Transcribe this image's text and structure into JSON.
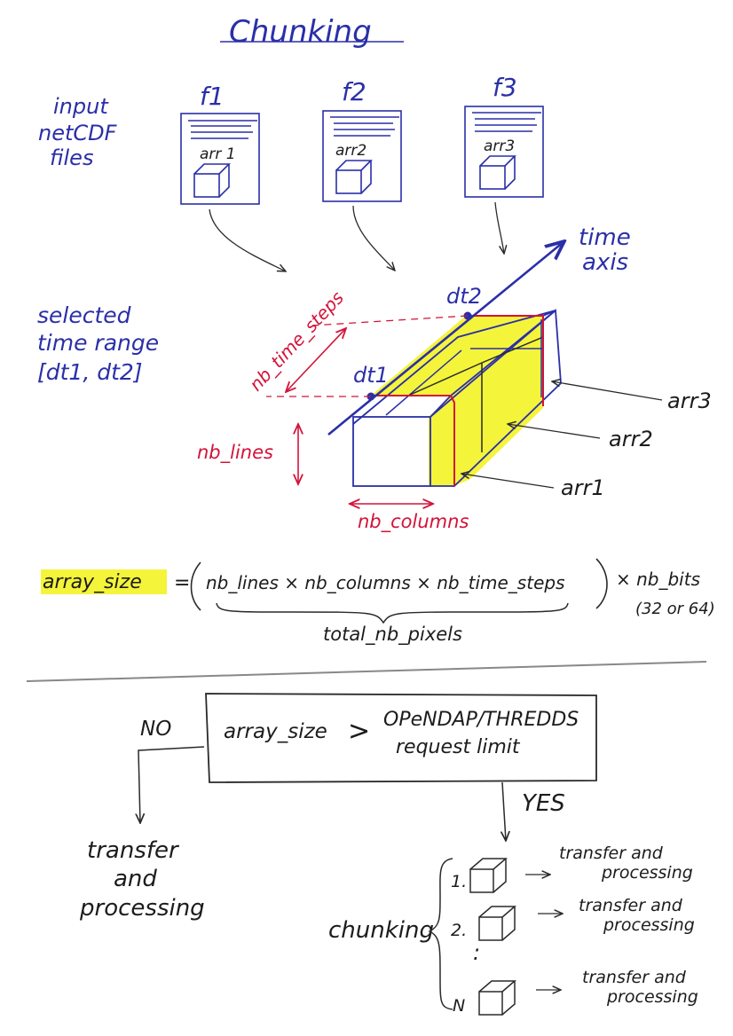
{
  "title": "Chunking",
  "inputs": {
    "label_lines": [
      "input",
      "netCDF",
      "files"
    ],
    "files": [
      {
        "name": "f1",
        "array": "arr 1"
      },
      {
        "name": "f2",
        "array": "arr2"
      },
      {
        "name": "f3",
        "array": "arr3"
      }
    ]
  },
  "time_axis": {
    "label_lines": [
      "time",
      "axis"
    ],
    "dt1": "dt1",
    "dt2": "dt2"
  },
  "time_range": {
    "lines": [
      "selected",
      "time range",
      "[dt1, dt2]"
    ]
  },
  "dimensions": {
    "time_steps": "nb_time_steps",
    "lines": "nb_lines",
    "columns": "nb_columns"
  },
  "array_labels": {
    "arr3": "arr3",
    "arr2": "arr2",
    "arr1": "arr1"
  },
  "formula": {
    "lhs": "array_size",
    "equals": "=",
    "product": "nb_lines  ×  nb_columns   ×  nb_time_steps",
    "times_bits": "× nb_bits",
    "bits_note": "(32 or 64)",
    "brace_label": "total_nb_pixels"
  },
  "decision": {
    "lhs": "array_size",
    "op": ">",
    "limit_lines": [
      "OPeNDAP/THREDDS",
      "request limit"
    ],
    "no_label": "NO",
    "yes_label": "YES",
    "no_result_lines": [
      "transfer",
      "and",
      "processing"
    ]
  },
  "chunking": {
    "label": "chunking",
    "ellipsis": ":",
    "items": [
      {
        "index": "1.",
        "lines": [
          "transfer and",
          "processing"
        ]
      },
      {
        "index": "2.",
        "lines": [
          "transfer and",
          "processing"
        ]
      },
      {
        "index": "N",
        "lines": [
          "transfer and",
          "processing"
        ]
      }
    ]
  },
  "colors": {
    "ink_blue": "#2a2fa8",
    "ink_red": "#d3133a",
    "highlight": "#f4f43a",
    "pencil": "#1c1c1c"
  }
}
